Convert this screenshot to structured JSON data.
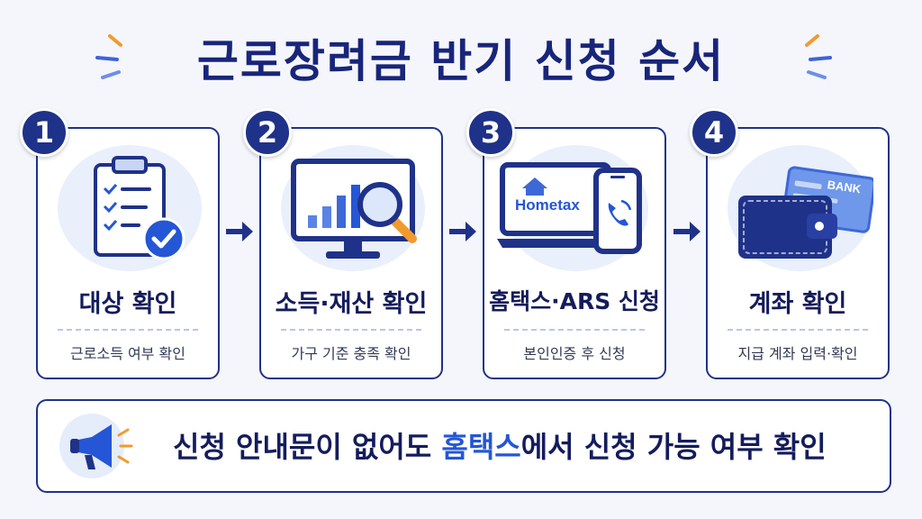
{
  "title": "근로장려금 반기 신청 순서",
  "steps": [
    {
      "number": "1",
      "title": "대상 확인",
      "subtitle": "근로소득 여부 확인"
    },
    {
      "number": "2",
      "title": "소득·재산 확인",
      "subtitle": "가구 기준 충족 확인"
    },
    {
      "number": "3",
      "title": "홈택스·ARS 신청",
      "subtitle": "본인인증 후 신청",
      "screen_label": "Hometax"
    },
    {
      "number": "4",
      "title": "계좌 확인",
      "subtitle": "지급 계좌 입력·확인",
      "card_label": "BANK"
    }
  ],
  "banner": {
    "before": "신청 안내문이 없어도 ",
    "highlight": "홈택스",
    "after": "에서 신청 가능 여부 확인"
  },
  "colors": {
    "navy": "#1f3289",
    "accent_blue": "#2456d6",
    "orange": "#f29a2e",
    "light_blue": "#e9effb"
  }
}
